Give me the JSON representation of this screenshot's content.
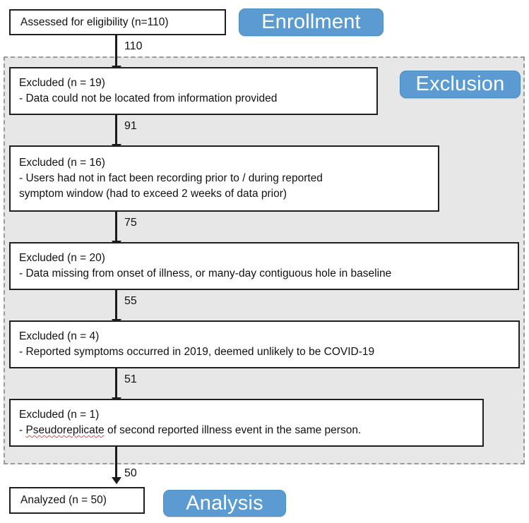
{
  "diagram": {
    "title": "CONSORT-style participant flow diagram",
    "colors": {
      "stage_pill_fill": "#5b9bd1",
      "stage_pill_text": "#ffffff",
      "box_border": "#231f20",
      "region_fill": "#e7e7e7",
      "region_border": "#9a9a9a",
      "arrow": "#1b1b1b",
      "spellcheck_underline": "#e24b4b"
    },
    "stages": [
      {
        "id": "enrollment",
        "label": "Enrollment"
      },
      {
        "id": "exclusion",
        "label": "Exclusion"
      },
      {
        "id": "analysis",
        "label": "Analysis"
      }
    ],
    "nodes": [
      {
        "id": "assessed",
        "lines": [
          "Assessed for eligibility (n=110)"
        ],
        "n": 110
      },
      {
        "id": "excluded-19",
        "lines": [
          "Excluded (n = 19)",
          "- Data could not be located from information provided"
        ],
        "n": 19
      },
      {
        "id": "excluded-16",
        "lines": [
          "Excluded (n = 16)",
          "- Users had not in fact been recording prior to / during reported",
          "symptom window  (had to exceed 2 weeks of data prior)"
        ],
        "n": 16
      },
      {
        "id": "excluded-20",
        "lines": [
          "Excluded (n = 20)",
          "- Data missing from onset of illness, or many-day contiguous hole in baseline"
        ],
        "n": 20
      },
      {
        "id": "excluded-4",
        "lines": [
          "Excluded (n = 4)",
          "- Reported symptoms occurred in 2019, deemed unlikely to be COVID-19"
        ],
        "n": 4
      },
      {
        "id": "excluded-1",
        "lines": [
          "Excluded (n = 1)",
          "- Pseudoreplicate of second reported illness event in the same person."
        ],
        "n": 1,
        "spellcheck_word": "Pseudoreplicate"
      },
      {
        "id": "analyzed",
        "lines": [
          "Analyzed (n = 50)"
        ],
        "n": 50
      }
    ],
    "flow_counts": [
      "110",
      "91",
      "75",
      "55",
      "51",
      "50"
    ],
    "arrows": [
      {
        "from": "assessed",
        "to": "excluded-19",
        "label": "110"
      },
      {
        "from": "excluded-19",
        "to": "excluded-16",
        "label": "91"
      },
      {
        "from": "excluded-16",
        "to": "excluded-20",
        "label": "75"
      },
      {
        "from": "excluded-20",
        "to": "excluded-4",
        "label": "55"
      },
      {
        "from": "excluded-4",
        "to": "excluded-1",
        "label": "51"
      },
      {
        "from": "excluded-1",
        "to": "analyzed",
        "label": "50"
      }
    ]
  }
}
